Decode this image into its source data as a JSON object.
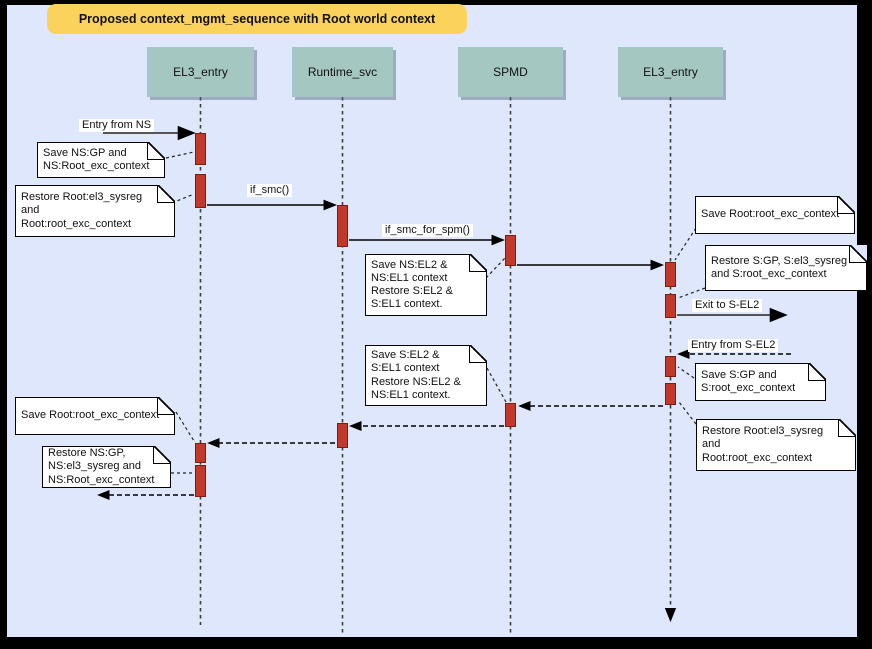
{
  "title": {
    "text": "Proposed context_mgmt_sequence with Root world context"
  },
  "actors": [
    {
      "label": "EL3_entry"
    },
    {
      "label": "Runtime_svc"
    },
    {
      "label": "SPMD"
    },
    {
      "label": "EL3_entry"
    }
  ],
  "messages": {
    "entry_from_ns": "Entry from NS",
    "if_smc": "if_smc()",
    "if_smc_for_spm": "if_smc_for_spm()",
    "exit_to_s_el2": "Exit to S-EL2",
    "entry_from_s_el2": "Entry from S-EL2"
  },
  "notes": [
    {
      "text": "Save NS:GP and\nNS:Root_exc_context"
    },
    {
      "text": "Restore Root:el3_sysreg\nand\nRoot:root_exc_context"
    },
    {
      "text": "Save Root:root_exc_context"
    },
    {
      "text": "Restore S:GP, S:el3_sysreg\nand S:root_exc_context"
    },
    {
      "text": "Save NS:EL2 &\nNS:EL1 context\nRestore S:EL2 &\nS:EL1 context."
    },
    {
      "text": "Save S:EL2 &\nS:EL1 context\nRestore NS:EL2 &\nNS:EL1 context."
    },
    {
      "text": "Save S:GP and\nS:root_exc_context"
    },
    {
      "text": "Restore Root:el3_sysreg\nand\nRoot:root_exc_context"
    },
    {
      "text": "Save Root:root_exc_context"
    },
    {
      "text": "Restore NS:GP,\nNS:el3_sysreg and\nNS:Root_exc_context"
    }
  ],
  "colors": {
    "background": "#dee7fb",
    "frame": "#000000",
    "title_fill": "#fbd35c",
    "actor_fill": "#a5c7c1",
    "activation_fill": "#c0392b",
    "activation_border": "#7e1d0c",
    "note_fill": "#ffffff"
  }
}
